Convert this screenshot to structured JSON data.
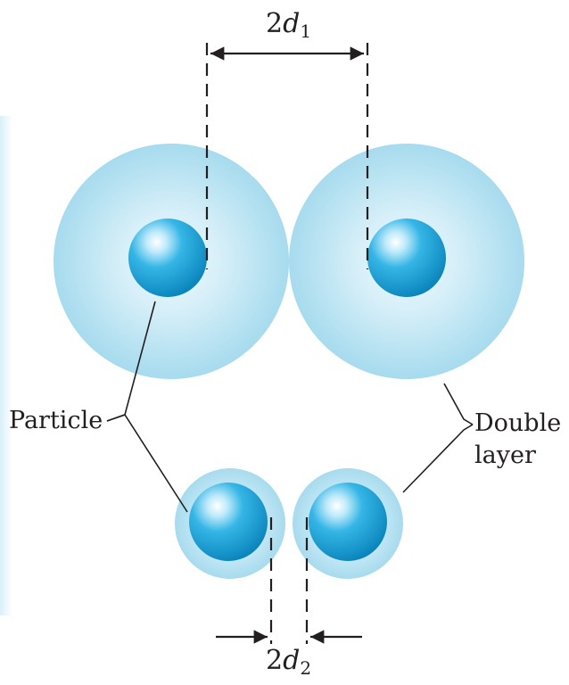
{
  "labels": {
    "top_distance": {
      "prefix": "2",
      "variable": "d",
      "subscript": "1"
    },
    "bottom_distance": {
      "prefix": "2",
      "variable": "d",
      "subscript": "2"
    },
    "particle": "Particle",
    "double_layer_line1": "Double",
    "double_layer_line2": "layer"
  },
  "colors": {
    "layer_center": "#eef9fd",
    "layer_edge": "#a8dcef",
    "particle_core": "#1ba6dd",
    "particle_dark": "#0b84bb",
    "particle_highlight": "#ffffff",
    "ink": "#231f20",
    "side_glow": "#d4eff9"
  }
}
